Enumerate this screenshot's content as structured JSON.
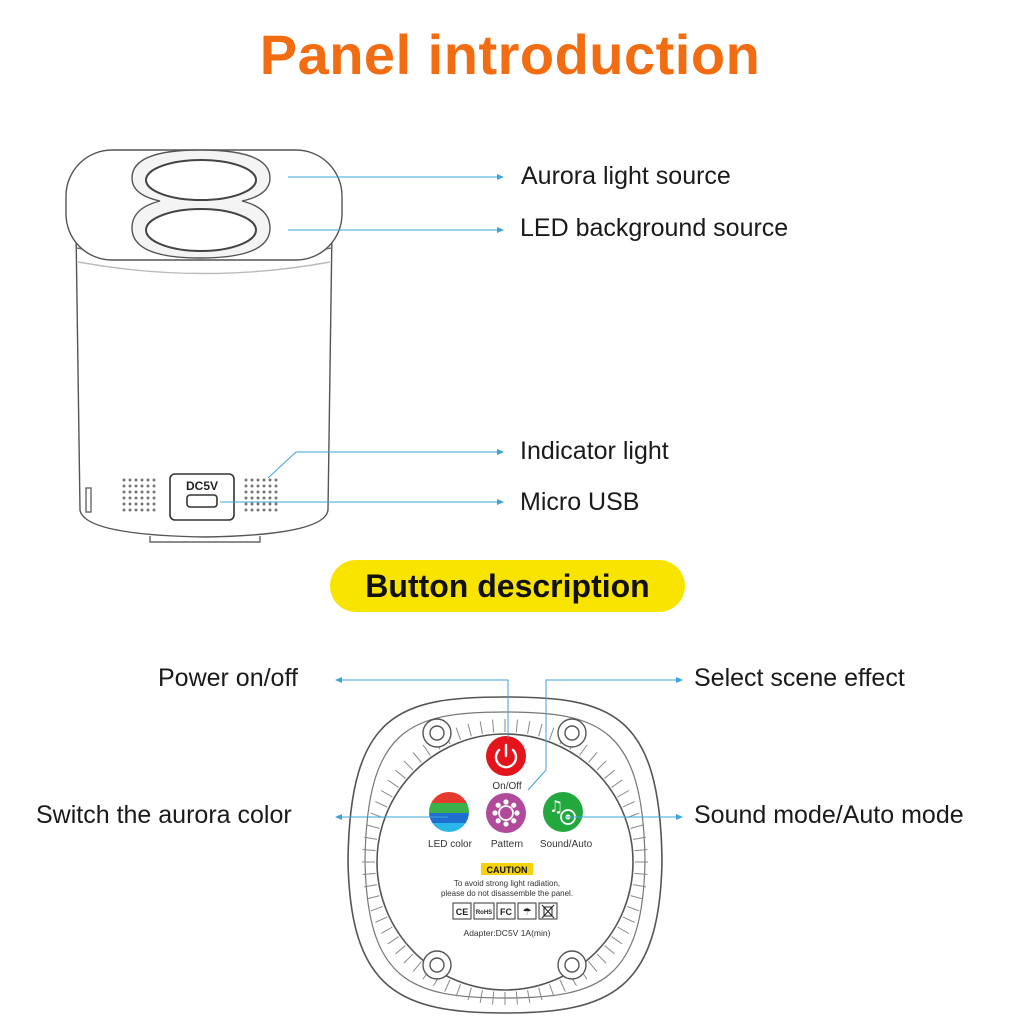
{
  "title": "Panel introduction",
  "section_heading": "Button description",
  "panel_labels": {
    "aurora": "Aurora light source",
    "led_bg": "LED background source",
    "indicator": "Indicator light",
    "usb": "Micro USB"
  },
  "device": {
    "port_label": "DC5V"
  },
  "button_labels": {
    "power": "Power on/off",
    "scene": "Select scene effect",
    "aurora_color": "Switch the aurora color",
    "sound": "Sound mode/Auto mode"
  },
  "base_panel": {
    "onoff": "On/Off",
    "led_color": "LED color",
    "pattern": "Pattern",
    "sound_auto": "Sound/Auto",
    "caution_title": "CAUTION",
    "caution_line1": "To avoid strong light radiation,",
    "caution_line2": "please do not disassemble the panel.",
    "cert_ce": "CE",
    "cert_rohs": "RoHS",
    "cert_fc": "FC",
    "adapter": "Adapter:DC5V 1A(min)"
  },
  "colors": {
    "title": "#f26d12",
    "pill": "#f9e400",
    "leader": "#3ea3d8",
    "power_button": "#e3141c",
    "pattern_button": "#b24a9c",
    "sound_button": "#22a83c"
  }
}
